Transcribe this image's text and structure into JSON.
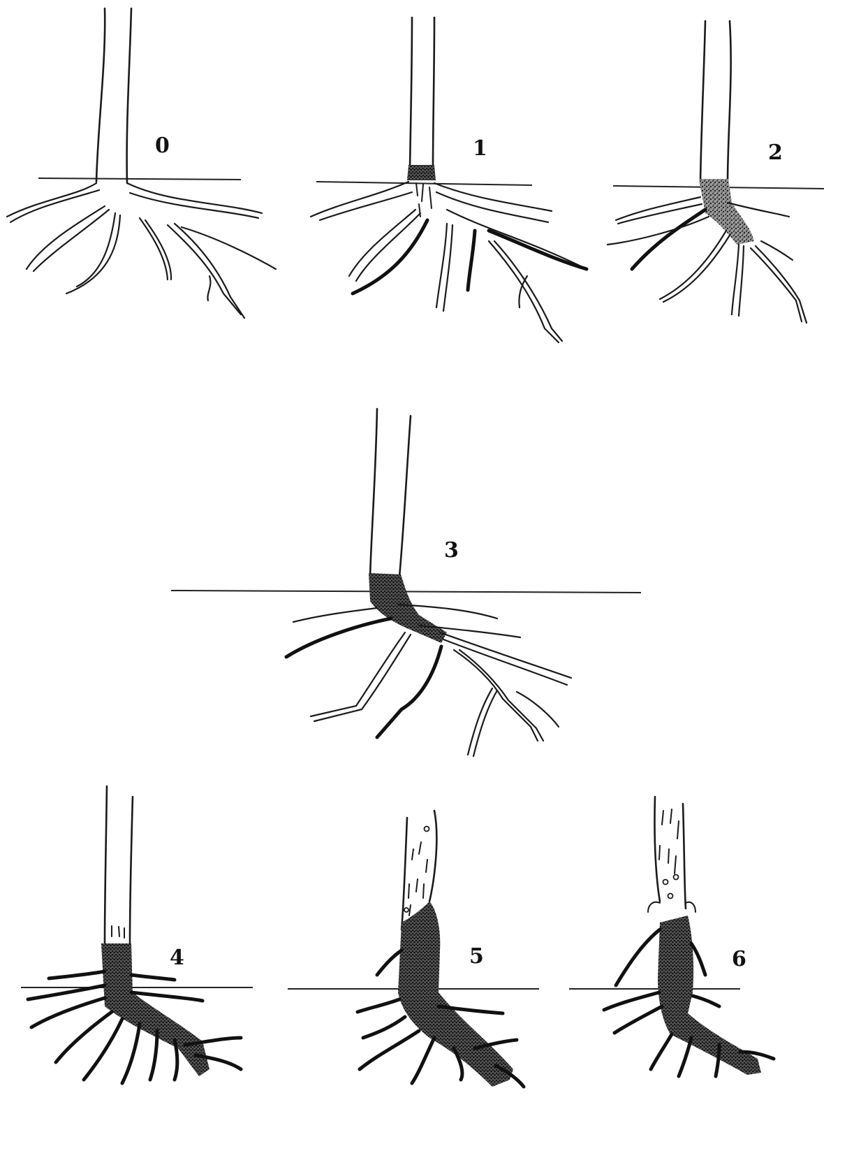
{
  "figure": {
    "stages": [
      {
        "id": "0",
        "label": "0"
      },
      {
        "id": "1",
        "label": "1"
      },
      {
        "id": "2",
        "label": "2"
      },
      {
        "id": "3",
        "label": "3"
      },
      {
        "id": "4",
        "label": "4"
      },
      {
        "id": "5",
        "label": "5"
      },
      {
        "id": "6",
        "label": "6"
      }
    ]
  }
}
